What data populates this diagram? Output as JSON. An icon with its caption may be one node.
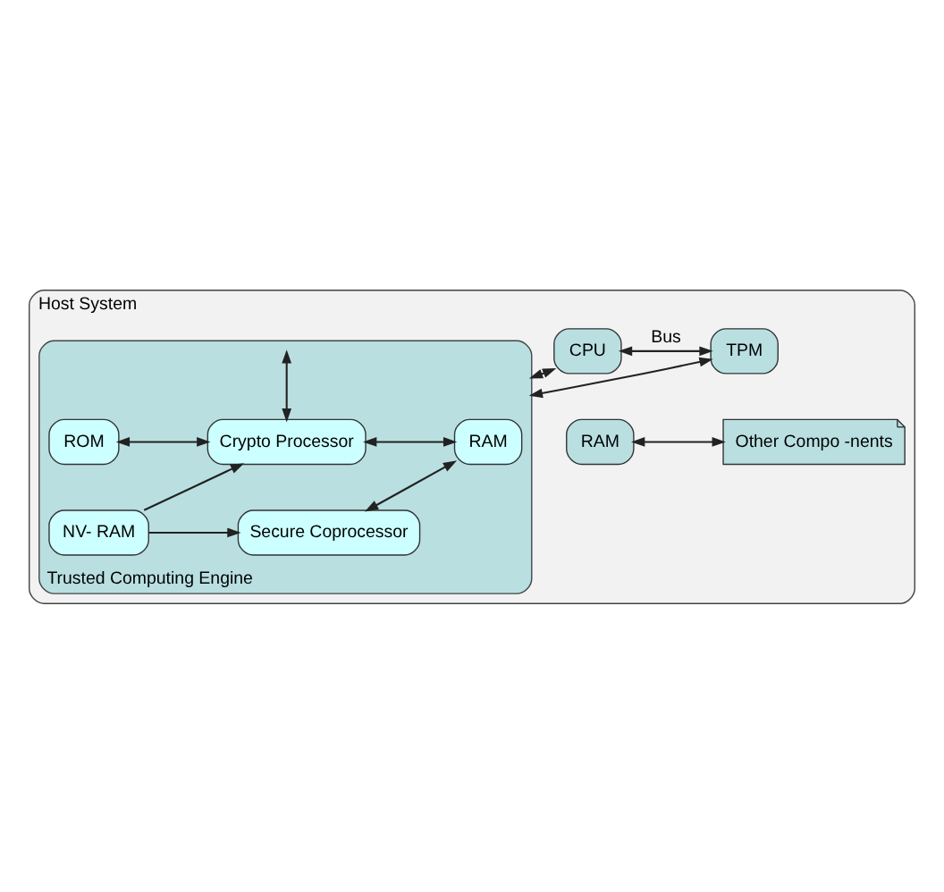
{
  "diagram": {
    "nodes": [
      {
        "text": [
          "Host System"
        ]
      },
      {
        "text": [
          "CPU"
        ],
        "in": 0
      },
      {
        "text": [
          "TPM"
        ],
        "in": 0
      },
      {
        "text": [
          "RAM"
        ],
        "in": 0
      },
      {
        "text": [
          "Other Compo -nents"
        ],
        "in": 0
      },
      {
        "text": [
          "Trusted Computing Engine"
        ],
        "in": 0
      },
      {
        "text": [
          "ROM"
        ],
        "in": 5
      },
      {
        "text": [
          "Crypto Processor"
        ],
        "in": 5
      },
      {
        "text": [
          "RAM"
        ],
        "in": 5
      },
      {
        "text": [
          "NV- RAM"
        ],
        "in": 5
      },
      {
        "text": [
          "Secure Coprocessor"
        ],
        "in": 5
      }
    ],
    "edges": [
      {
        "from": 1,
        "to": 2,
        "arrow": "both",
        "label": "Bus"
      },
      {
        "from": 1,
        "to": 5,
        "arrow": "both"
      },
      {
        "from": 2,
        "to": 5,
        "arrow": "both"
      },
      {
        "from": 3,
        "to": 4,
        "arrow": "both"
      },
      {
        "from": 5,
        "to": 7,
        "arrow": "both"
      },
      {
        "from": 6,
        "to": 7,
        "arrow": "both"
      },
      {
        "from": 7,
        "to": 8,
        "arrow": "both"
      },
      {
        "from": 9,
        "to": 7,
        "arrow": "to"
      },
      {
        "from": 9,
        "to": 10,
        "arrow": "to"
      },
      {
        "from": 10,
        "to": 8,
        "arrow": "both"
      }
    ]
  }
}
